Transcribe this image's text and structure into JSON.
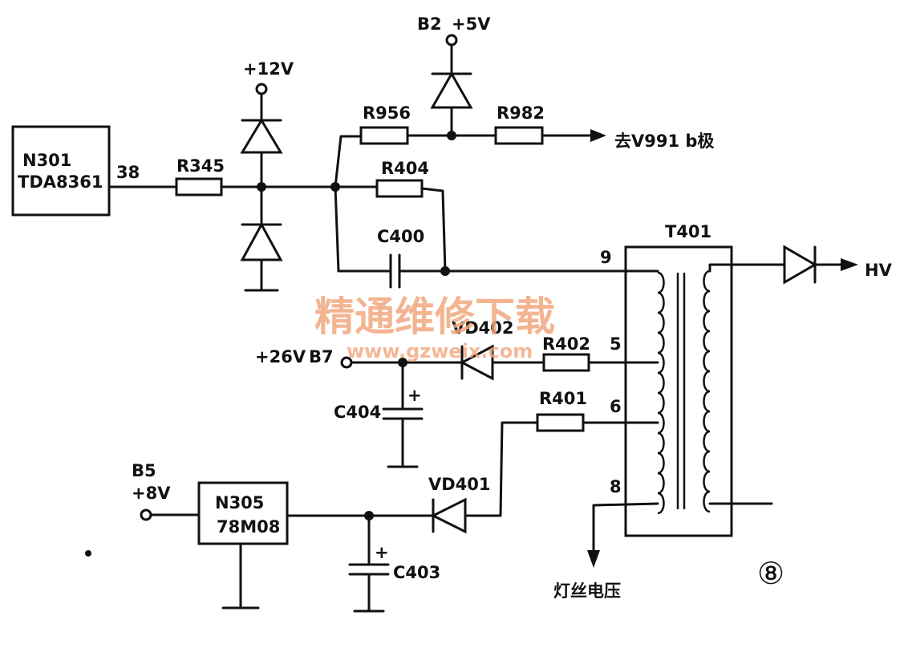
{
  "ic_n301": {
    "name": "N301",
    "part": "TDA8361",
    "pin": "38"
  },
  "ic_n305": {
    "name": "N305",
    "part": "78M08"
  },
  "resistors": {
    "r345": "R345",
    "r956": "R956",
    "r982": "R982",
    "r404": "R404",
    "r402": "R402",
    "r401": "R401"
  },
  "capacitors": {
    "c400": "C400",
    "c404": "C404",
    "c403": "C403"
  },
  "diodes": {
    "vd402": "VD402",
    "vd401": "VD401"
  },
  "transformer": {
    "name": "T401",
    "pin9": "9",
    "pin5": "5",
    "pin6": "6",
    "pin8": "8"
  },
  "rails": {
    "v12": "+12V",
    "b2": "B2",
    "v5": "+5V",
    "v26": "+26V",
    "b7": "B7",
    "b5": "B5",
    "v8": "+8V"
  },
  "outputs": {
    "to_v991": "去V991 b极",
    "hv": "HV",
    "filament": "灯丝电压"
  },
  "polarity": {
    "plus": "+"
  },
  "watermark": {
    "title": "精通维修下载",
    "url": "www.gzweix.com"
  },
  "figure_badge": "⑧"
}
